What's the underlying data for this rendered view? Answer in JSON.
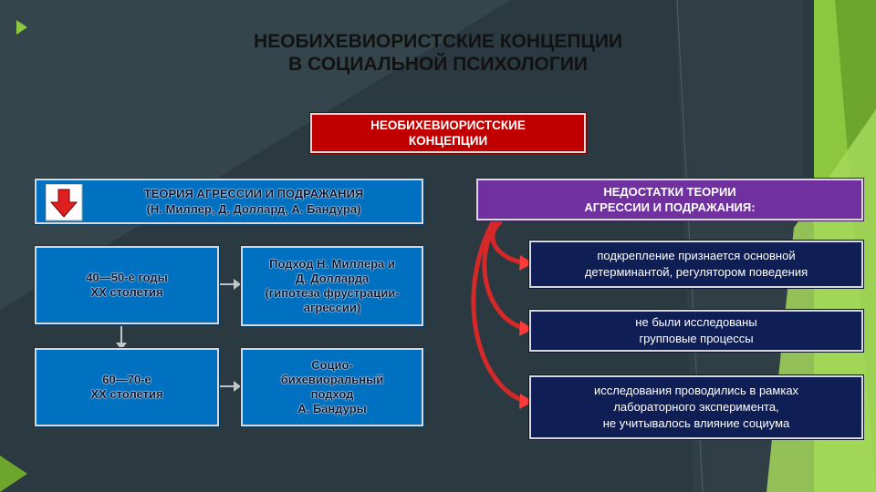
{
  "title": {
    "line1": "НЕОБИХЕВИОРИСТСКИЕ КОНЦЕПЦИИ",
    "line2": "В СОЦИАЛЬНОЙ ПСИХОЛОГИИ"
  },
  "root": {
    "line1": "НЕОБИХЕВИОРИСТСКИЕ",
    "line2": "КОНЦЕПЦИИ"
  },
  "theory": {
    "line1": "ТЕОРИЯ АГРЕССИИ И ПОДРАЖАНИЯ",
    "line2": "(Н. Миллер, Д. Доллард, А. Бандура)"
  },
  "periods": [
    {
      "line1": "40—50-е годы",
      "line2": "XX столетия"
    },
    {
      "line1": "60—70-е",
      "line2": "XX столетия"
    }
  ],
  "approaches": [
    {
      "lines": [
        "Подход Н. Миллера и",
        "Д. Долларда",
        "(гипотеза фрустрации-",
        "агрессии)"
      ]
    },
    {
      "lines": [
        "Социо-",
        "бихевиоральный",
        "подход",
        "А. Бандуры"
      ]
    }
  ],
  "shortcomings": {
    "line1": "НЕДОСТАТКИ ТЕОРИИ",
    "line2": "АГРЕССИИ И ПОДРАЖАНИЯ:"
  },
  "items": [
    {
      "lines": [
        "подкрепление признается основной",
        "детерминантой, регулятором поведения"
      ]
    },
    {
      "lines": [
        "не были исследованы",
        "групповые процессы"
      ]
    },
    {
      "lines": [
        "исследования проводились в рамках",
        "лабораторного эксперимента,",
        "не учитывалось влияние социума"
      ]
    }
  ],
  "colors": {
    "background": "#2b3a40",
    "red": "#c00000",
    "navy": "#0f1f55",
    "blue": "#0070c0",
    "purple": "#7030a0",
    "green": "#8dc63f"
  }
}
